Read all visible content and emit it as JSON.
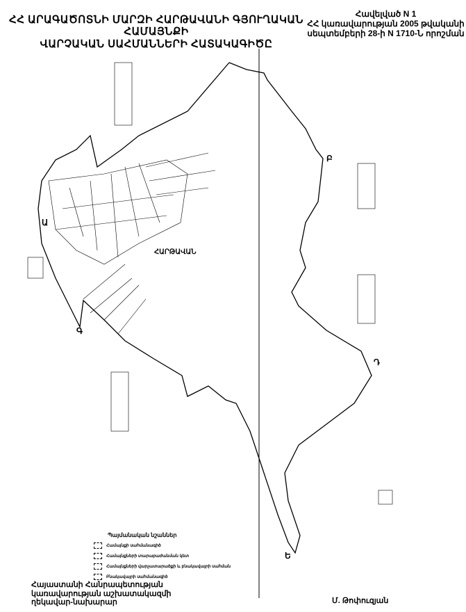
{
  "header": {
    "title_line1": "ՀՀ ԱՐԱԳԱԾՈՏՆԻ ՄԱՐԶԻ ՀԱՐԹԱՎԱՆԻ ԳՅՈՒՂԱԿԱՆ ՀԱՄԱՅՆՔԻ",
    "title_line2": "ՎԱՐՉԱԿԱՆ ՍԱՀՄԱՆՆԵՐԻ ՀԱՏԱԿԱԳԻԾԸ",
    "annex_line1": "Հավելված N 1",
    "annex_line2": "ՀՀ կառավարության 2005 թվականի",
    "annex_line3": "սեպտեմբերի 28-ի N 1710-Ն որոշման"
  },
  "map": {
    "village_label": "ՀԱՐԹԱՎԱՆ",
    "point_labels": [
      "Ա",
      "Բ",
      "Գ",
      "Դ",
      "Ե"
    ]
  },
  "legend": {
    "title": "Պայմանական նշաններ",
    "items": [
      "Համայնքի սահմանագիծ",
      "Համայնքների տարաբաժանման կետ",
      "Համայնքների վարչատարածքի և բնակավայրի սահման",
      "Բնակավայրի սահմանագիծ"
    ]
  },
  "footer": {
    "left_line1": "Հայաստանի Հանրապետության",
    "left_line2": "կառավարության աշխատակազմի",
    "left_line3": "ղեկավար-նախարար",
    "right_signature": "Մ. Թոփուզյան"
  }
}
